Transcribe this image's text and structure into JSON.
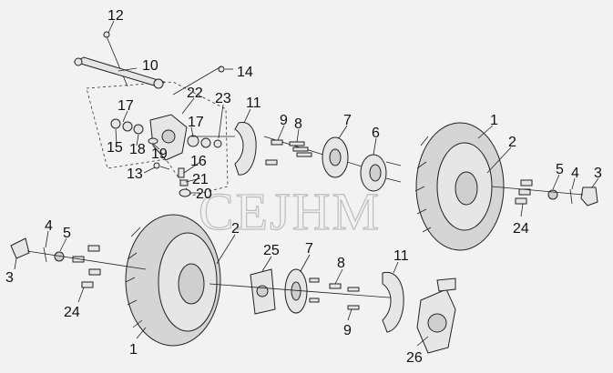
{
  "watermark": "CEJHM",
  "callouts": {
    "c12": "12",
    "c10": "10",
    "c14": "14",
    "c22": "22",
    "c23": "23",
    "c11a": "11",
    "c17a": "17",
    "c17b": "17",
    "c15": "15",
    "c18": "18",
    "c19": "19",
    "c16": "16",
    "c21": "21",
    "c13": "13",
    "c20": "20",
    "c9a": "9",
    "c8a": "8",
    "c7a": "7",
    "c6": "6",
    "c1a": "1",
    "c2a": "2",
    "c5a": "5",
    "c4a": "4",
    "c3a": "3",
    "c24a": "24",
    "c4b": "4",
    "c5b": "5",
    "c3b": "3",
    "c24b": "24",
    "c2b": "2",
    "c1b": "1",
    "c25": "25",
    "c7b": "7",
    "c8b": "8",
    "c11b": "11",
    "c9b": "9",
    "c26": "26"
  },
  "colors": {
    "background": "#f2f2f2",
    "ink": "#222222",
    "watermark": "#bdbdbd"
  }
}
